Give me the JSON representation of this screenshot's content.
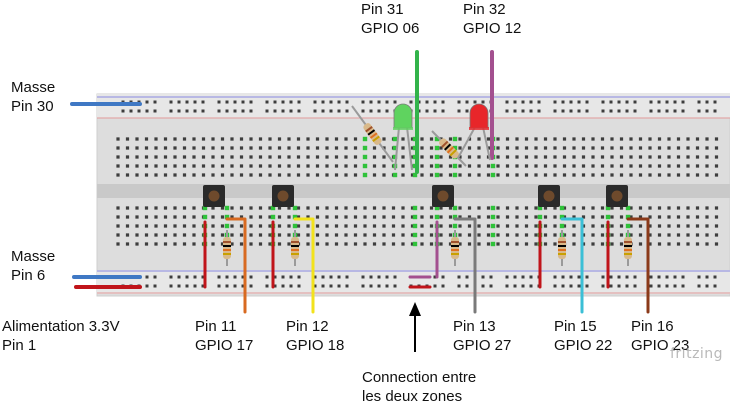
{
  "labels": {
    "ground_top": [
      "Masse",
      "Pin 30"
    ],
    "ground_bottom": [
      "Masse",
      "Pin 6"
    ],
    "power": [
      "Alimentation 3.3V",
      "Pin 1"
    ],
    "led_green": [
      "Pin 31",
      "GPIO 06"
    ],
    "led_red": [
      "Pin 32",
      "GPIO 12"
    ],
    "buttons": [
      [
        "Pin 11",
        "GPIO 17"
      ],
      [
        "Pin 12",
        "GPIO 18"
      ],
      [
        "Pin 13",
        "GPIO 27"
      ],
      [
        "Pin 15",
        "GPIO 22"
      ],
      [
        "Pin 16",
        "GPIO 23"
      ]
    ],
    "bridge": [
      "Connection entre",
      "les deux zones"
    ]
  },
  "brand": "fritzing",
  "components": {
    "leds": [
      {
        "name": "led-green",
        "color": "#5fd35f"
      },
      {
        "name": "led-red",
        "color": "#e8262a"
      }
    ],
    "buttons": {
      "count": 5
    },
    "resistors": {
      "count": 7
    }
  },
  "wire_colors": {
    "ground": "#3f78c4",
    "power": "#c0141a",
    "led_green_signal": "#32b34a",
    "led_red_signal": "#a3508f",
    "btn_pull": "#c0141a",
    "btn1_signal": "#d86a21",
    "btn2_signal": "#f2e21c",
    "btn3_signal": "#7a7a7a",
    "btn4_signal": "#3bbfd6",
    "btn5_signal": "#8b3a1a",
    "bridge_a": "#a3508f",
    "bridge_b": "#c0141a"
  }
}
